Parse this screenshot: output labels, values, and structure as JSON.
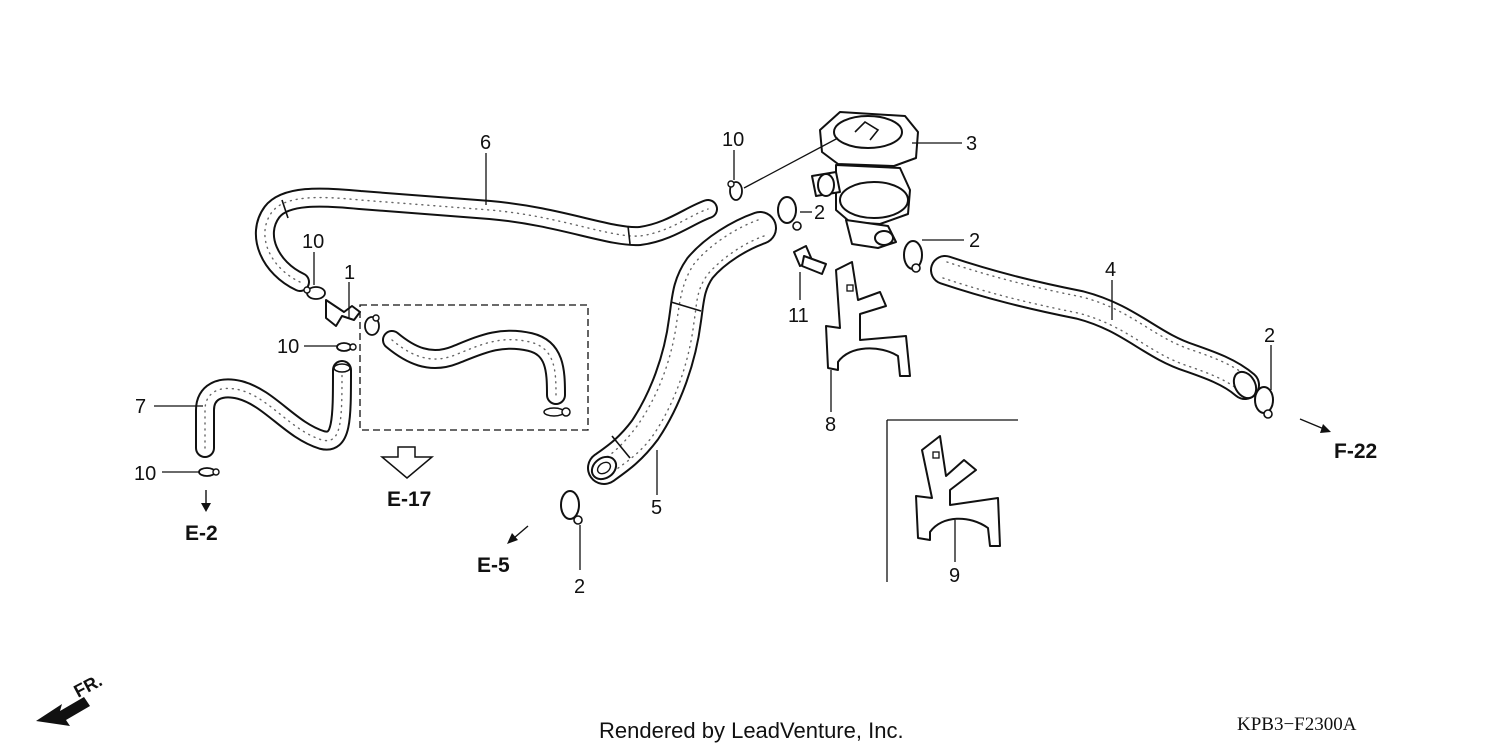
{
  "callouts": {
    "p1": "1",
    "p2a": "2",
    "p2b": "2",
    "p2c": "2",
    "p2d": "2",
    "p3": "3",
    "p4": "4",
    "p5": "5",
    "p6": "6",
    "p7": "7",
    "p8": "8",
    "p9": "9",
    "p10a": "10",
    "p10b": "10",
    "p10c": "10",
    "p10d": "10",
    "p11": "11"
  },
  "refs": {
    "e17": "E-17",
    "e2": "E-2",
    "e5": "E-5",
    "f22": "F-22"
  },
  "direction": {
    "front": "FR."
  },
  "footer": {
    "credit": "Rendered by LeadVenture, Inc.",
    "code": "KPB3−F2300A"
  }
}
